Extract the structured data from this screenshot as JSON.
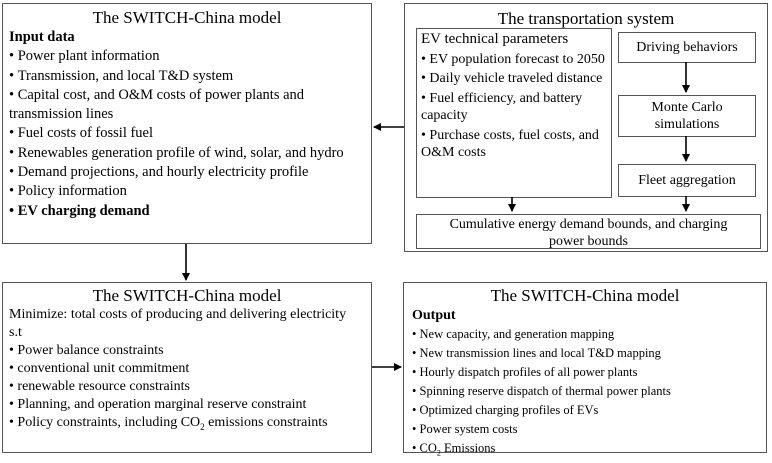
{
  "input_box": {
    "title": "The SWITCH-China model",
    "heading": "Input data",
    "items": [
      "Power plant information",
      "Transmission, and local T&D system",
      "Capital cost, and  O&M costs of power plants and transmission lines",
      "Fuel costs of fossil fuel",
      "Renewables generation profile of wind, solar, and hydro",
      "Demand projections, and hourly electricity profile",
      "Policy information"
    ],
    "highlight_item": "EV charging demand"
  },
  "transport_box": {
    "title": "The transportation system",
    "ev_params": {
      "heading": "EV technical parameters",
      "items": [
        "EV population forecast to 2050",
        "Daily vehicle traveled distance",
        "Fuel efficiency, and battery capacity",
        "Purchase costs, fuel costs, and O&M costs"
      ]
    },
    "driving_behaviors": "Driving behaviors",
    "monte_carlo": "Monte Carlo simulations",
    "fleet_aggregation": "Fleet aggregation",
    "bounds": "Cumulative energy demand bounds, and charging power bounds"
  },
  "model_box": {
    "title": "The SWITCH-China model",
    "objective": "Minimize: total costs of producing and delivering electricity",
    "st": "s.t",
    "constraints": [
      "Power balance constraints",
      "conventional unit commitment",
      "renewable resource constraints",
      "Planning, and operation marginal reserve constraint"
    ],
    "policy_prefix": "Policy constraints, including CO",
    "policy_sub": "2",
    "policy_suffix": " emissions constraints"
  },
  "output_box": {
    "title": "The SWITCH-China model",
    "heading": "Output",
    "items": [
      "New capacity, and generation mapping",
      "New transmission lines and local T&D mapping",
      "Hourly dispatch profiles of all power plants",
      "Spinning reserve dispatch of thermal power plants",
      "Optimized charging profiles of EVs",
      "Power system costs"
    ],
    "co2_prefix": "CO",
    "co2_sub": "2",
    "co2_suffix": " Emissions"
  }
}
